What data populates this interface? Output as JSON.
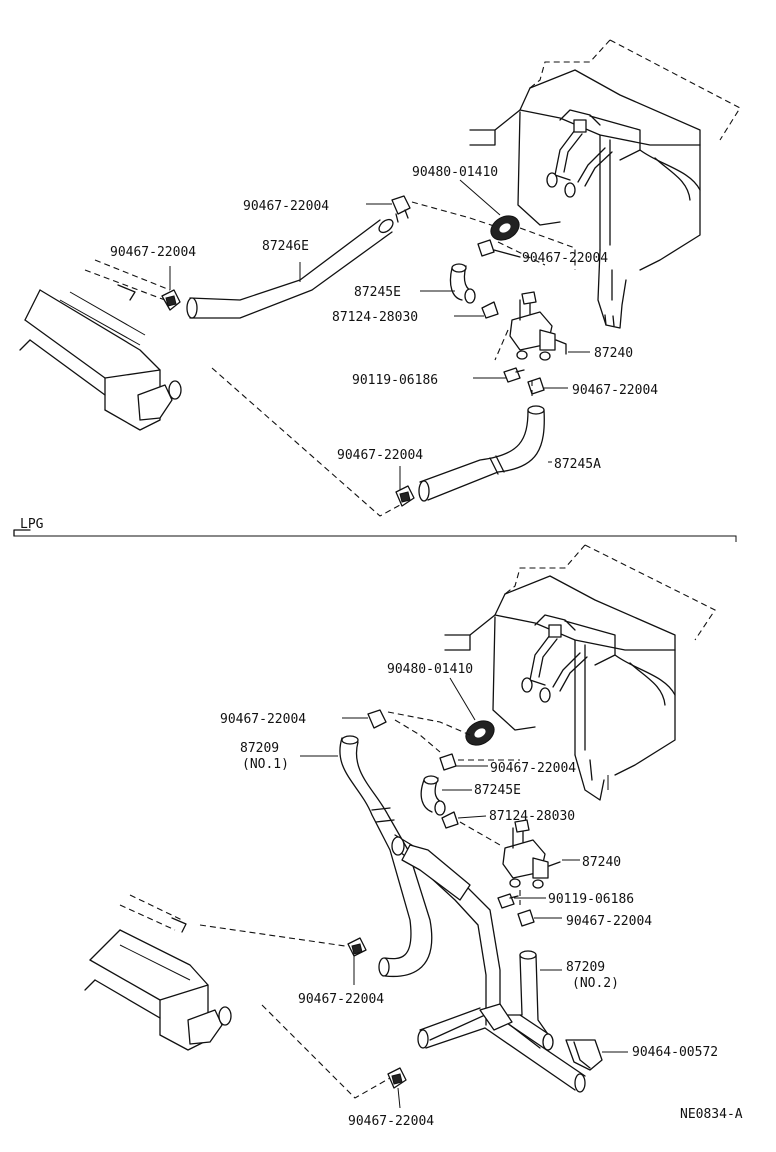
{
  "upper": {
    "labels": {
      "clip_top": "90467-22004",
      "grommet": "90480-01410",
      "hose_87246e": "87246E",
      "clip_left": "90467-22004",
      "clip_right": "90467-22004",
      "hose_87245e": "87245E",
      "gasket": "87124-28030",
      "valve": "87240",
      "bolt": "90119-06186",
      "clip_valve": "90467-22004",
      "clip_bottom": "90467-22004",
      "hose_87245a": "87245A"
    }
  },
  "divider": {
    "label": "LPG"
  },
  "lower": {
    "labels": {
      "grommet": "90480-01410",
      "clip_top": "90467-22004",
      "hose_no1_part": "87209",
      "hose_no1_sub": "(NO.1)",
      "clip_right": "90467-22004",
      "hose_87245e": "87245E",
      "gasket": "87124-28030",
      "valve": "87240",
      "bolt": "90119-06186",
      "clip_valve": "90467-22004",
      "hose_no2_part": "87209",
      "hose_no2_sub": "(NO.2)",
      "clip_left": "90467-22004",
      "clamp": "90464-00572",
      "clip_bottom": "90467-22004"
    }
  },
  "footer": {
    "code": "NE0834-A"
  }
}
